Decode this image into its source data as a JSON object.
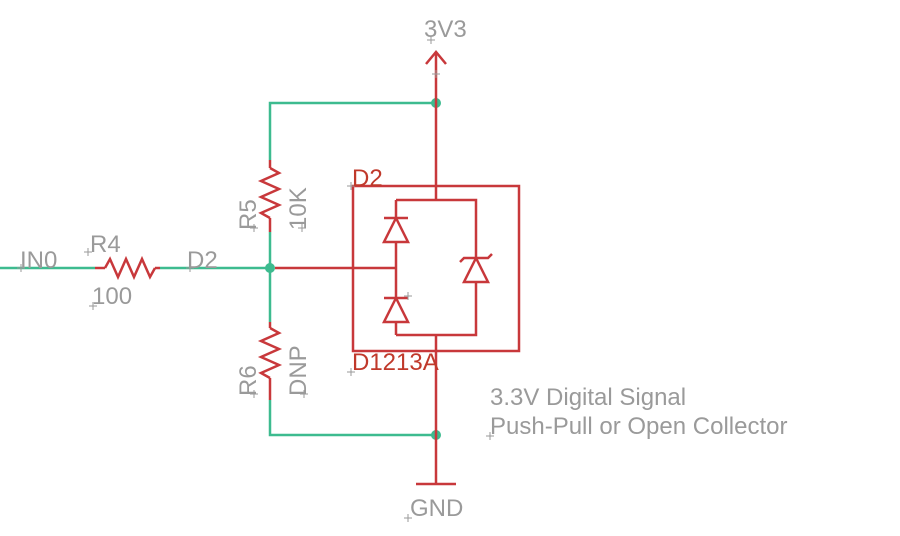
{
  "power": {
    "vcc": "3V3",
    "gnd": "GND"
  },
  "net_in": "IN0",
  "net_d2": "D2",
  "r4": {
    "name": "R4",
    "value": "100"
  },
  "r5": {
    "name": "R5",
    "value": "10K"
  },
  "r6": {
    "name": "R6",
    "value": "DNP"
  },
  "d2": {
    "name": "D2",
    "value": "D1213A"
  },
  "note": {
    "line1": "3.3V Digital Signal",
    "line2": "Push-Pull or Open Collector"
  },
  "colors": {
    "wire": "#3dbb8f",
    "part": "#c8383b",
    "label": "#9a9a9a"
  }
}
